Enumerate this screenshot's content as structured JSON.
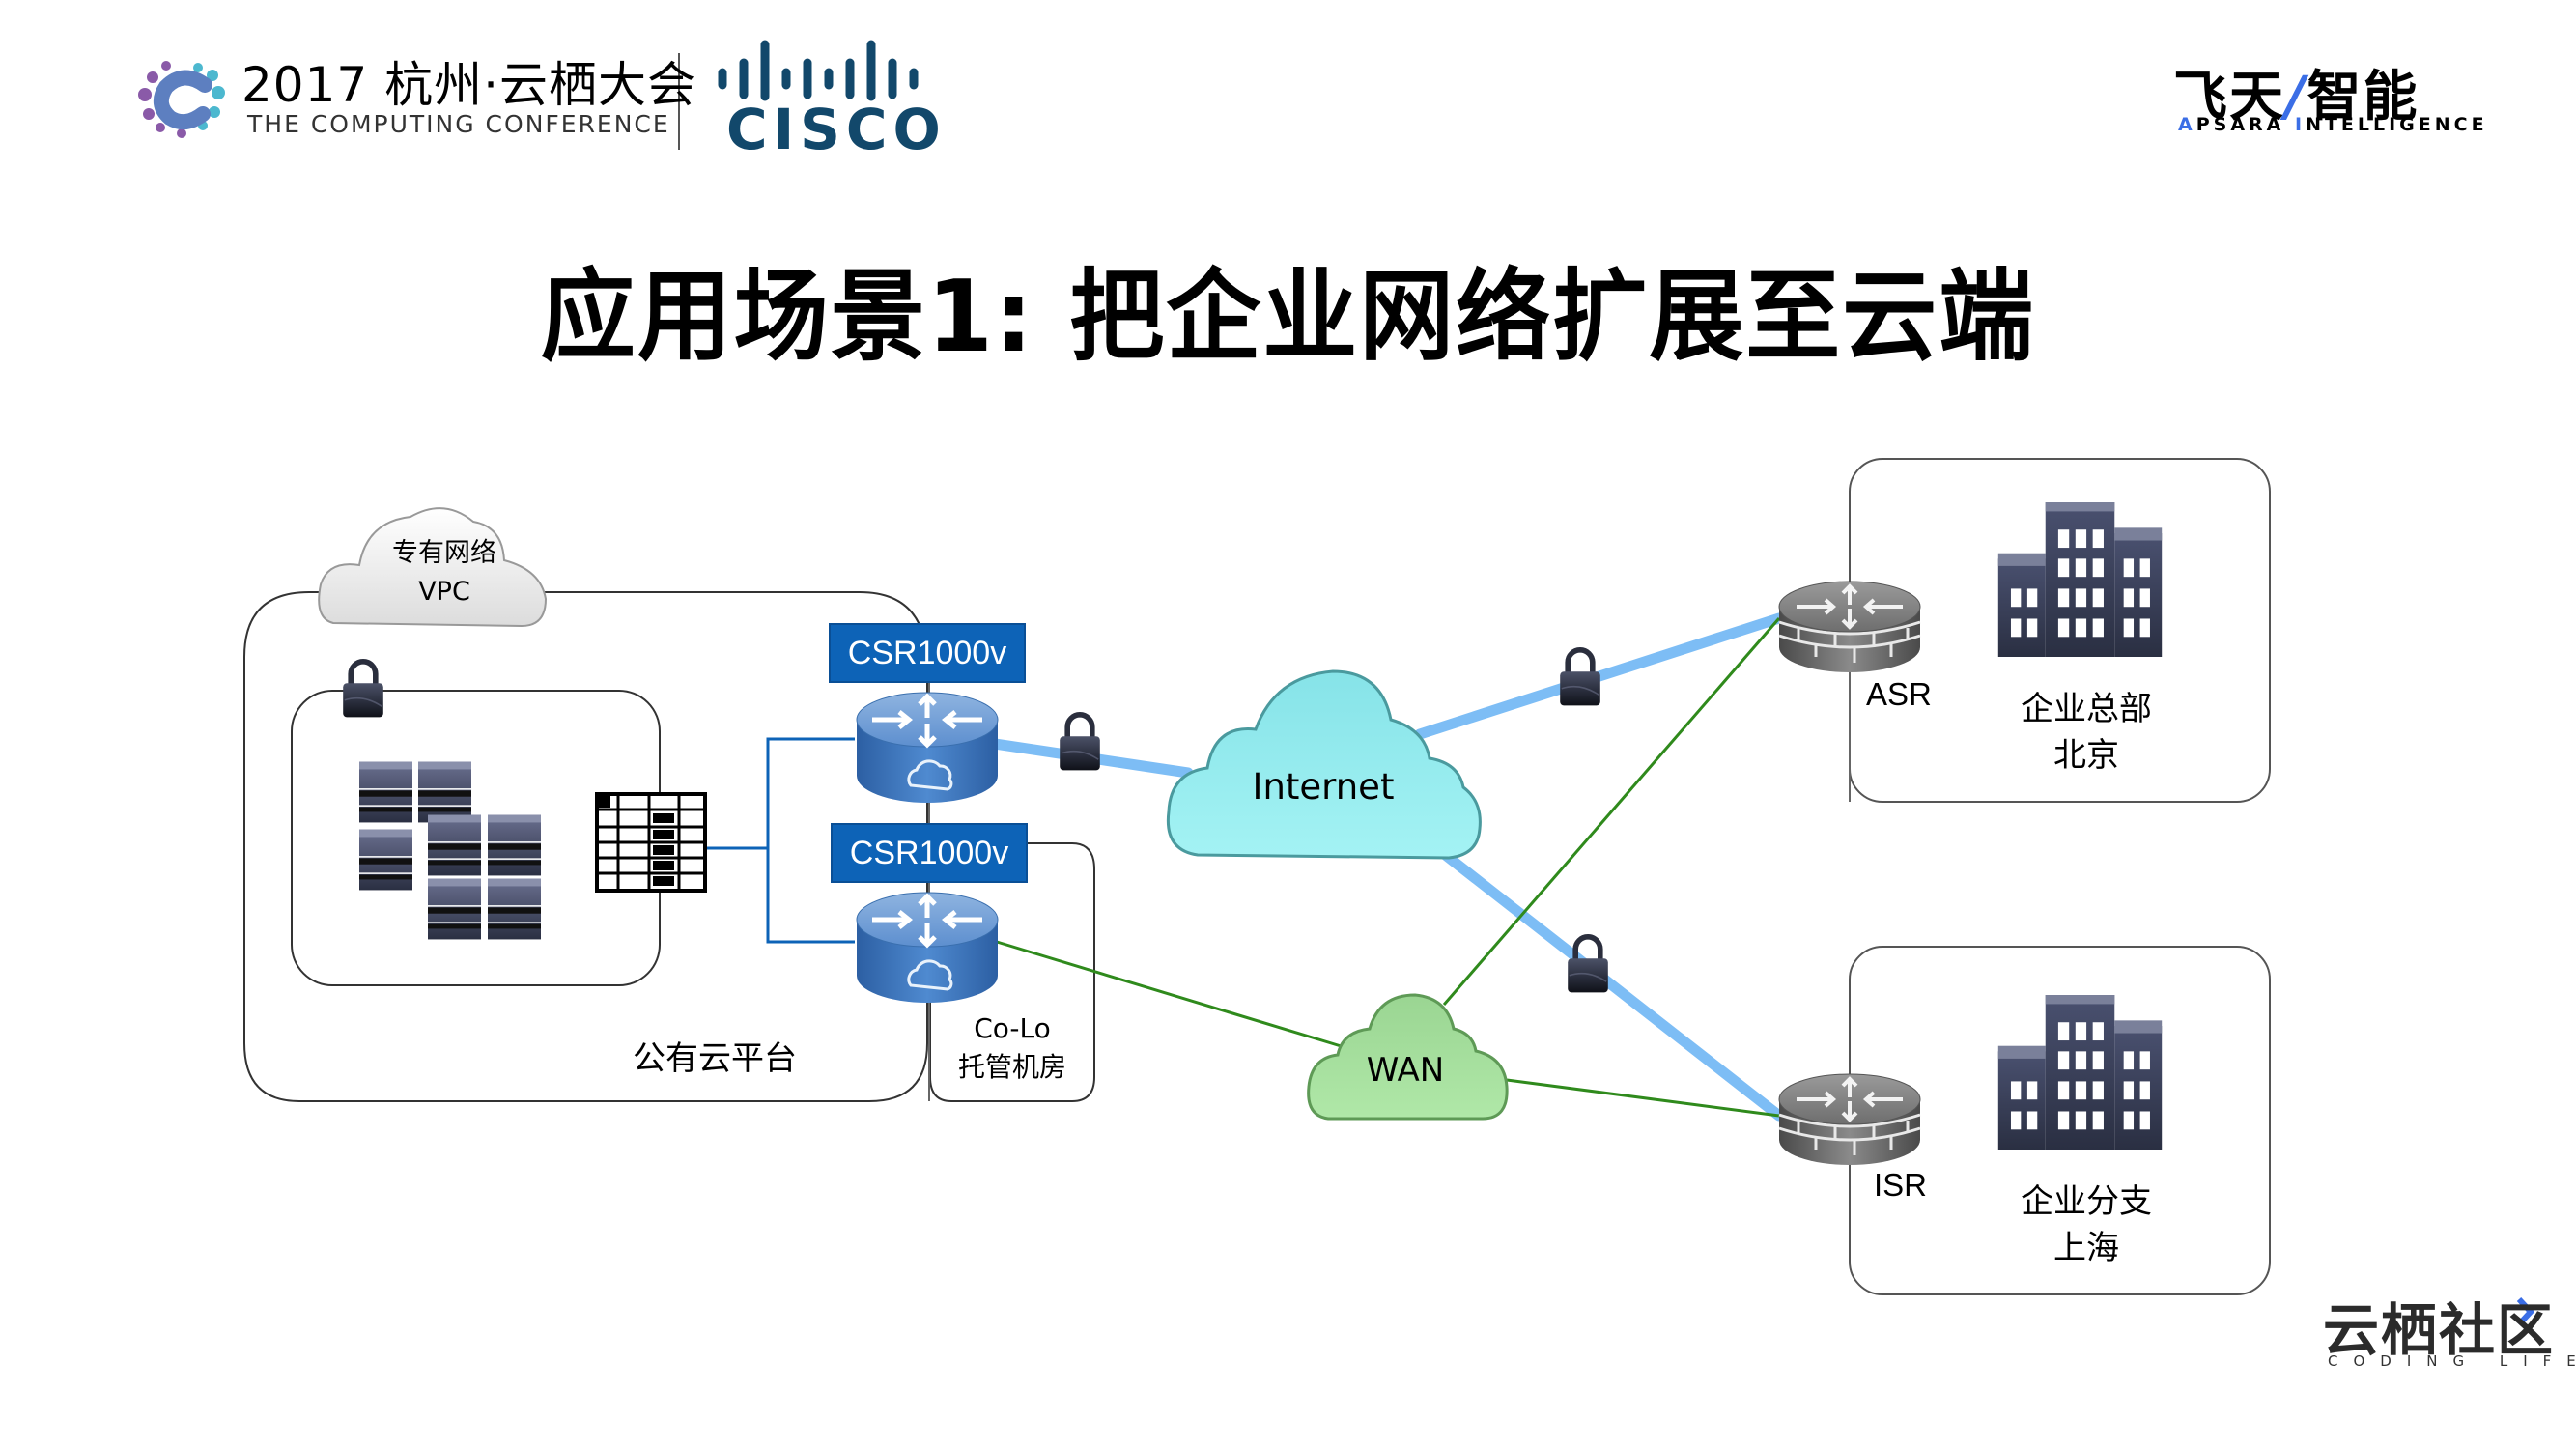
{
  "header": {
    "conference_title": "2017 杭州·云栖大会",
    "conference_subtitle": "THE COMPUTING CONFERENCE",
    "partner_logo_text": "CISCO",
    "brand_cn": "飞天",
    "brand_cn_2": "智能",
    "brand_slash": "/",
    "brand_en_a": "A",
    "brand_en_rest1": "PSARA ",
    "brand_en_i": "I",
    "brand_en_rest2": "NTELLIGENCE"
  },
  "slide": {
    "title": "应用场景1: 把企业网络扩展至云端"
  },
  "diagram": {
    "vpc_cloud": {
      "line1": "专有网络",
      "line2": "VPC"
    },
    "public_cloud_label": "公有云平台",
    "colo_label": {
      "line1": "Co-Lo",
      "line2": "托管机房"
    },
    "csr_labels": [
      "CSR1000v",
      "CSR1000v"
    ],
    "internet_label": "Internet",
    "wan_label": "WAN",
    "asr_label": "ASR",
    "isr_label": "ISR",
    "hq_site": {
      "line1": "企业总部",
      "line2": "北京"
    },
    "branch_site": {
      "line1": "企业分支",
      "line2": "上海"
    },
    "colors": {
      "csr_blue": "#0d63b7",
      "secure_link": "#7dbdf5",
      "wan_link": "#2f8a1c",
      "internet_cloud": "#8fe9ee",
      "wan_cloud": "#a6e0a0",
      "vpc_cloud": "#eeeeee",
      "lock": "#2a2e3d",
      "building": "#3d4359",
      "router_blue": "#3f7cc0",
      "firewall_router": "#6b6b6b"
    }
  },
  "footer": {
    "community_cn": "云栖社区",
    "community_en": "CODING LIFE"
  }
}
